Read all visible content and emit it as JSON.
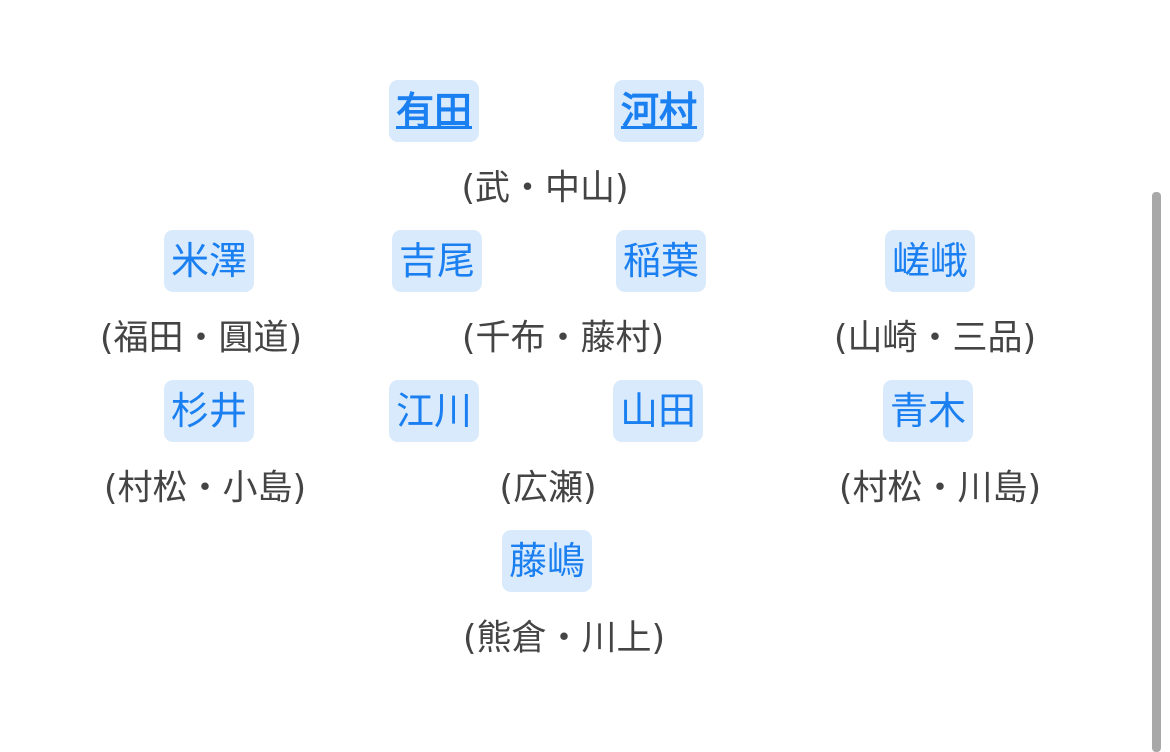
{
  "rows": [
    {
      "players": [
        "有田",
        "河村"
      ],
      "subs": [
        "(武・中山)"
      ]
    },
    {
      "players": [
        "米澤",
        "吉尾",
        "稲葉",
        "嵯峨"
      ],
      "subs": [
        "(福田・圓道)",
        "(千布・藤村)",
        "(山崎・三品)"
      ]
    },
    {
      "players": [
        "杉井",
        "江川",
        "山田",
        "青木"
      ],
      "subs": [
        "(村松・小島)",
        "(広瀬)",
        "(村松・川島)"
      ]
    },
    {
      "players": [
        "藤嶋"
      ],
      "subs": [
        "(熊倉・川上)"
      ]
    }
  ],
  "colors": {
    "name": "#1a7ff0",
    "name_bg": "#d9eafd",
    "sub": "#444444"
  }
}
